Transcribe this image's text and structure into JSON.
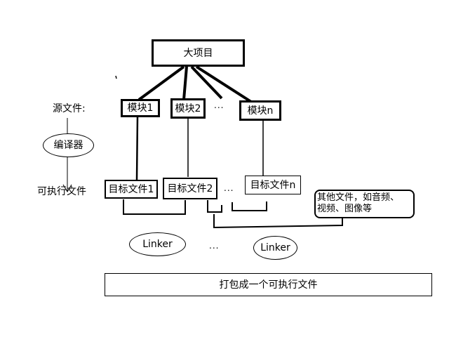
{
  "project": {
    "label": "大项目"
  },
  "labels": {
    "source_files": "源文件:",
    "executable_files": "可执行文件"
  },
  "compiler": {
    "label": "编译器"
  },
  "modules": [
    {
      "label": "模块1"
    },
    {
      "label": "模块2"
    },
    {
      "label": "模块n"
    }
  ],
  "object_files": [
    {
      "label": "目标文件1"
    },
    {
      "label": "目标文件2"
    },
    {
      "label": "目标文件n"
    }
  ],
  "other_files": {
    "line1": "其他文件，如音频、",
    "line2": "视频、图像等"
  },
  "linkers": [
    {
      "label": "Linker"
    },
    {
      "label": "Linker"
    }
  ],
  "ellipsis": "...",
  "result": {
    "label": "打包成一个可执行文件"
  }
}
